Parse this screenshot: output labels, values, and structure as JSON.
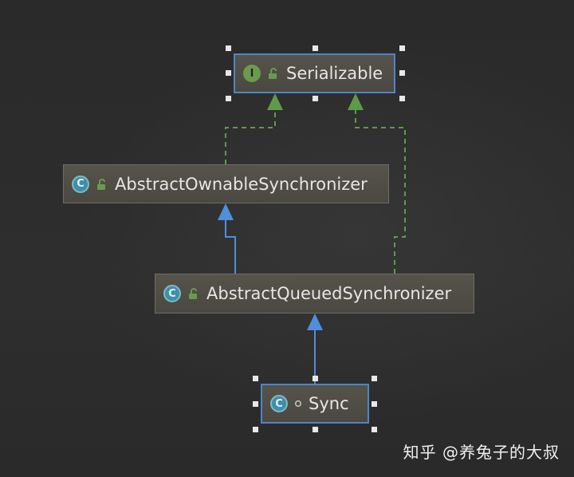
{
  "diagram": {
    "nodes": {
      "serializable": {
        "label": "Serializable",
        "kind": "interface",
        "badge": "I"
      },
      "aos": {
        "label": "AbstractOwnableSynchronizer",
        "kind": "abstract-class",
        "badge": "C"
      },
      "aqs": {
        "label": "AbstractQueuedSynchronizer",
        "kind": "abstract-class",
        "badge": "C"
      },
      "sync": {
        "label": "Sync",
        "kind": "class",
        "badge": "C"
      }
    },
    "edges": [
      {
        "from": "aos",
        "to": "serializable",
        "relation": "implements",
        "style": "dashed",
        "color": "#5f9a4c"
      },
      {
        "from": "aqs",
        "to": "serializable",
        "relation": "implements",
        "style": "dashed",
        "color": "#5f9a4c"
      },
      {
        "from": "aqs",
        "to": "aos",
        "relation": "extends",
        "style": "solid",
        "color": "#4f8fdc"
      },
      {
        "from": "sync",
        "to": "aqs",
        "relation": "extends",
        "style": "solid",
        "color": "#4f8fdc"
      }
    ],
    "selected": [
      "serializable",
      "sync"
    ]
  },
  "colors": {
    "background": "#2b2b2b",
    "node_fill": "#4e4c44",
    "node_border": "#6e6d66",
    "selection_border": "#4d86c7",
    "implements_arrow": "#5f9a4c",
    "extends_arrow": "#4f8fdc"
  },
  "watermark": {
    "text": "知乎 @养兔子的大叔"
  }
}
